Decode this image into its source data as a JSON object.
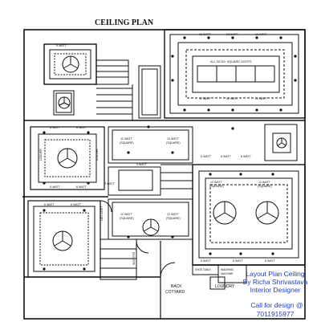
{
  "title": "CEILING PLAN",
  "labels": {
    "all_lights": "ALL 35 NO. SQUARE LIGHTS",
    "w12": "12 WATT",
    "square": "(SQUARE)",
    "w6": "6 WATT",
    "w9": "9 WATT",
    "louver": "LOUVER",
    "led_light": "LED LIGHT",
    "back": "BACK",
    "cotyard": "COTYARD",
    "loundry": "LOUNDRY",
    "washing": "WASHING",
    "machine": "MACHINE",
    "inverter": "INVERTER",
    "shoe_table": "SHOE TABLE"
  },
  "credits": {
    "line1": "Layout Plan Ceiling",
    "line2": "By Richa Shrivastava",
    "line3": "Interior Designer",
    "call": "Call for design @",
    "phone": "7011915977"
  },
  "colors": {
    "line": "#111111",
    "credit": "#1f3fbf",
    "bg": "#ffffff"
  }
}
